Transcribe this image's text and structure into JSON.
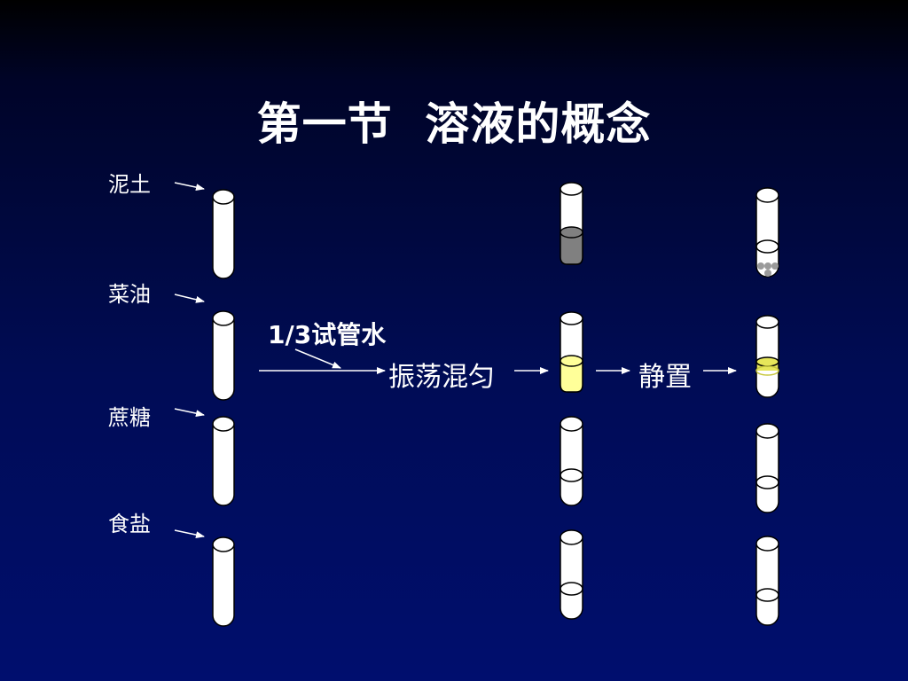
{
  "slide": {
    "title": "第一节  溶液的概念",
    "substances": [
      {
        "id": "soil",
        "label": "泥土"
      },
      {
        "id": "oil",
        "label": "菜油"
      },
      {
        "id": "sugar",
        "label": "蔗糖"
      },
      {
        "id": "salt",
        "label": "食盐"
      }
    ],
    "water_label": "1/3试管水",
    "step1_label": "振荡混匀",
    "step2_label": "静置",
    "colors": {
      "tube": "#ffffff",
      "soil_mix": "#808080",
      "oil_mix": "#ffff99",
      "oil_layer": "#e6e65a",
      "sediment": "#9a9a9a"
    }
  }
}
